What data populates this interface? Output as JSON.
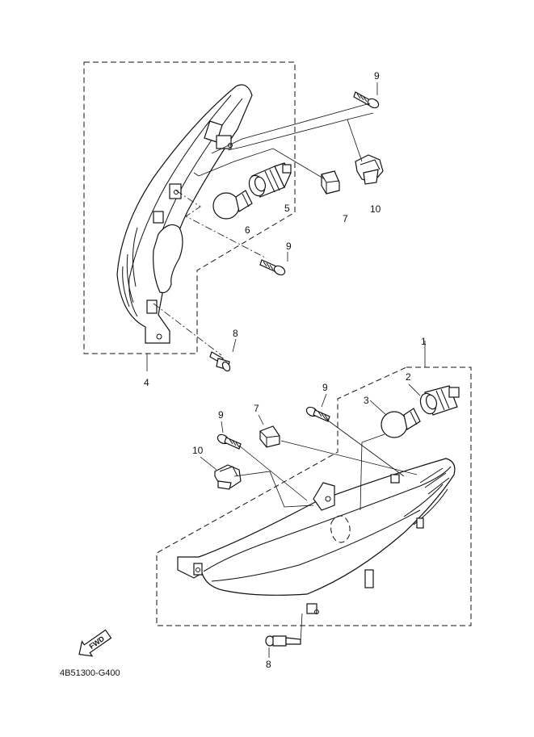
{
  "diagram": {
    "drawing_code": "4B51300-G400",
    "fwd_label": "FWD"
  },
  "callouts": {
    "c1": "1",
    "c2": "2",
    "c3": "3",
    "c4": "4",
    "c5": "5",
    "c6": "6",
    "c7_top": "7",
    "c7_bottom": "7",
    "c8_top": "8",
    "c8_bottom": "8",
    "c9_top_a": "9",
    "c9_top_b": "9",
    "c9_bottom_a": "9",
    "c9_bottom_b": "9",
    "c10_top": "10",
    "c10_bottom": "10"
  }
}
